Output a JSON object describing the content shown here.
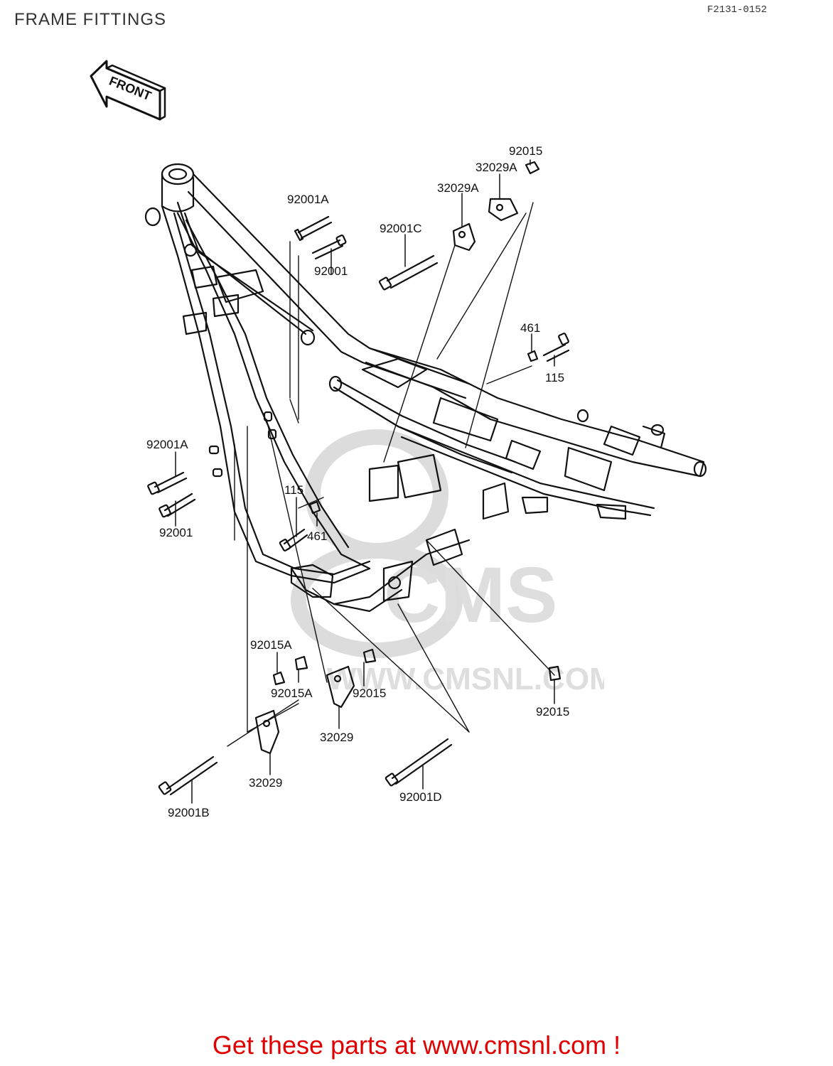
{
  "header": {
    "title": "FRAME FITTINGS",
    "ref_code": "F2131-0152"
  },
  "front_arrow": {
    "text": "FRONT"
  },
  "parts": [
    {
      "id": "p1",
      "label": "92015"
    },
    {
      "id": "p2",
      "label": "32029A"
    },
    {
      "id": "p3",
      "label": "32029A"
    },
    {
      "id": "p4",
      "label": "92001A"
    },
    {
      "id": "p5",
      "label": "92001C"
    },
    {
      "id": "p6",
      "label": "92001"
    },
    {
      "id": "p7",
      "label": "461"
    },
    {
      "id": "p8",
      "label": "115"
    },
    {
      "id": "p9",
      "label": "92001A"
    },
    {
      "id": "p10",
      "label": "92001"
    },
    {
      "id": "p11",
      "label": "115"
    },
    {
      "id": "p12",
      "label": "461"
    },
    {
      "id": "p13",
      "label": "92015A"
    },
    {
      "id": "p14",
      "label": "92015A"
    },
    {
      "id": "p15",
      "label": "92015"
    },
    {
      "id": "p16",
      "label": "92015"
    },
    {
      "id": "p17",
      "label": "32029"
    },
    {
      "id": "p18",
      "label": "32029"
    },
    {
      "id": "p19",
      "label": "92001D"
    },
    {
      "id": "p20",
      "label": "92001B"
    }
  ],
  "watermark": {
    "brand": "CMS",
    "url": "WWW.CMSNL.COM"
  },
  "footer": {
    "banner": "Get these parts at www.cmsnl.com !"
  },
  "colors": {
    "banner": "#e00000",
    "line": "#111111",
    "watermark": "#d9d9d9"
  }
}
